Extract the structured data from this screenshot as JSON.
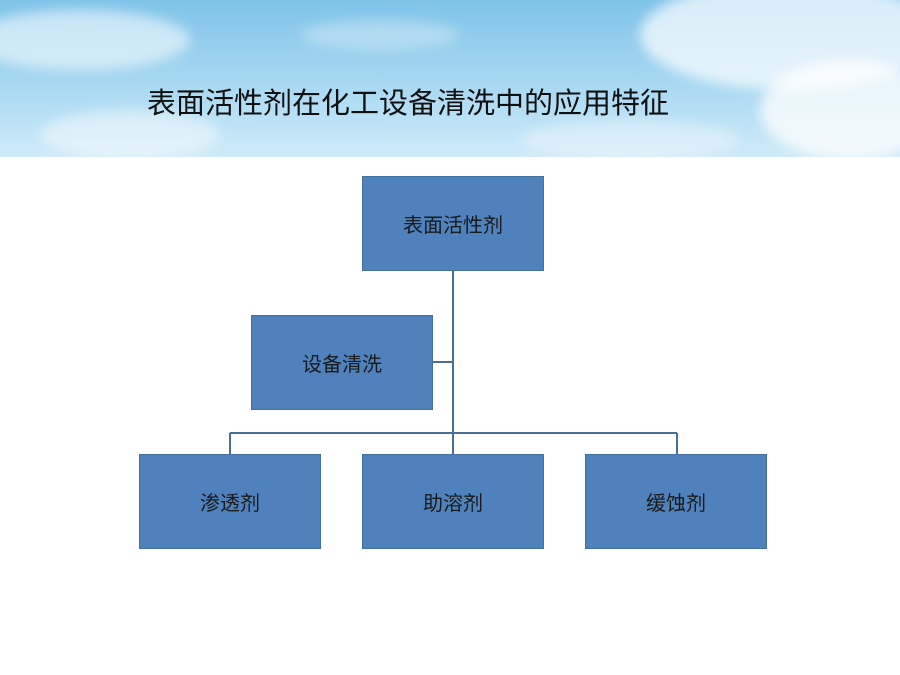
{
  "slide": {
    "title": "表面活性剂在化工设备清洗中的应用特征"
  },
  "diagram": {
    "root": "表面活性剂",
    "assistant": "设备清洗",
    "children": [
      "渗透剂",
      "助溶剂",
      "缓蚀剂"
    ]
  },
  "colors": {
    "box_fill": "#4f81bd",
    "box_border": "#41719c",
    "connector": "#4a6f97"
  }
}
